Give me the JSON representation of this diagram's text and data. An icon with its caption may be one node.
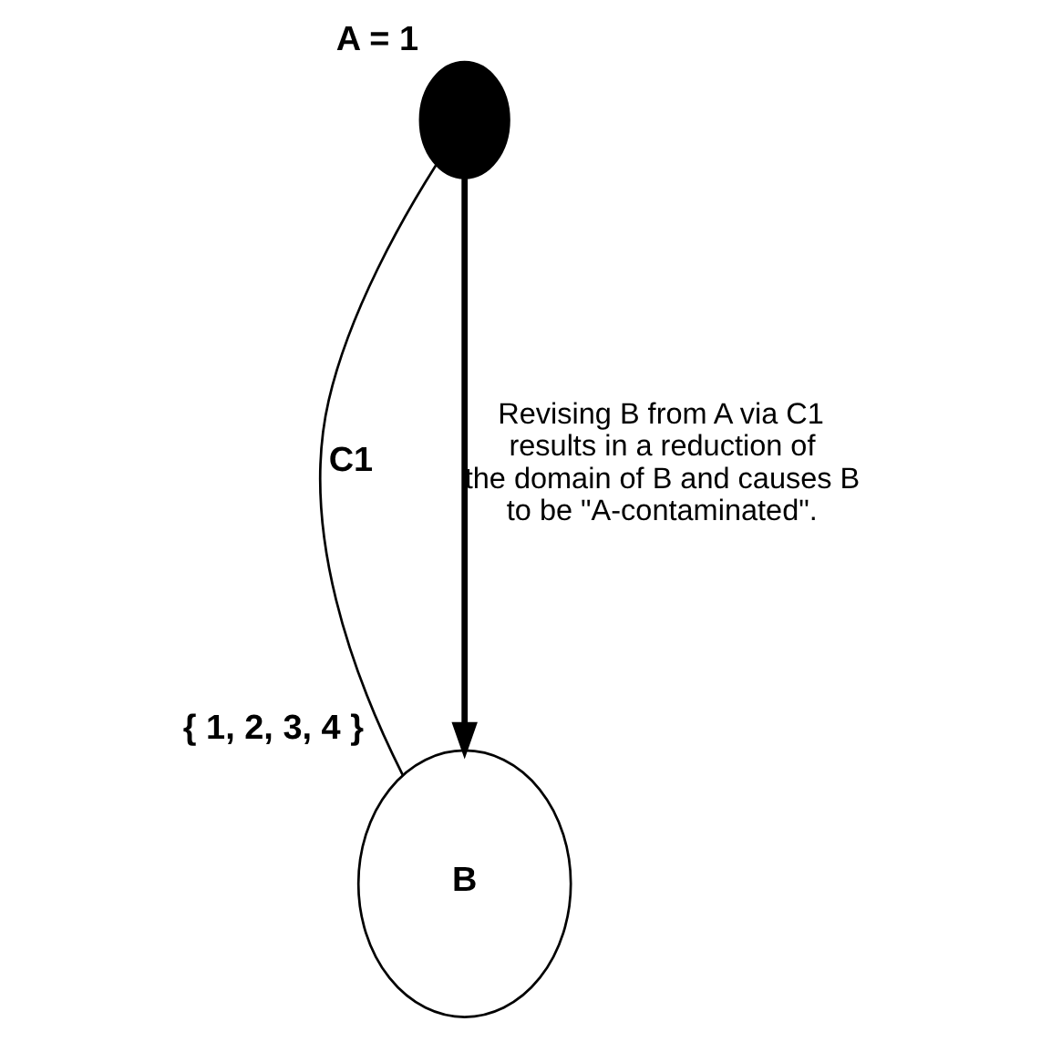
{
  "diagram": {
    "nodes": [
      {
        "text": [
          "A = 1"
        ]
      },
      {
        "text": [
          "B"
        ],
        "beside": [
          "{ 1, 2, 3, 4 }"
        ]
      }
    ],
    "edges": [
      {
        "from": 0,
        "to": 1,
        "arrow": "none",
        "label": "C1"
      },
      {
        "from": 0,
        "to": 1,
        "arrow": "to",
        "style": "thick",
        "label": "Revising B from A via C1 results in a reduction of the domain of B and causes B to be \"A-contaminated\"."
      }
    ]
  }
}
